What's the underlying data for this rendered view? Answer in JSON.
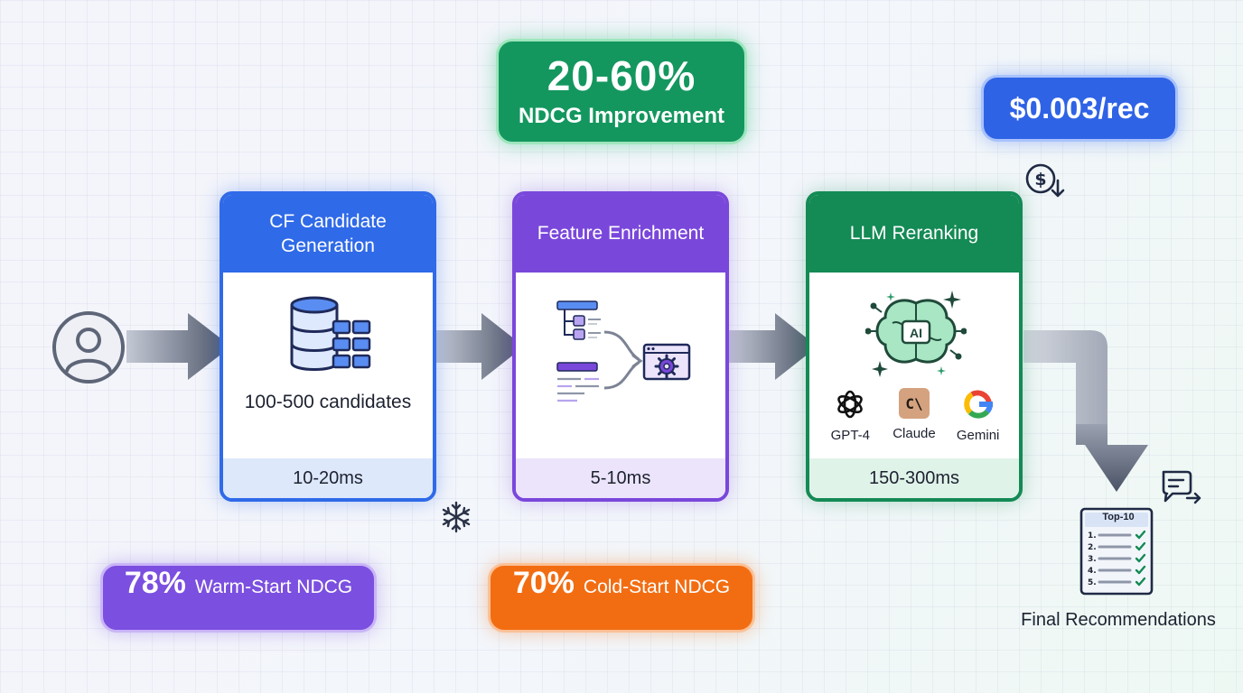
{
  "badges": {
    "improvement": {
      "value": "20-60%",
      "label": "NDCG Improvement"
    },
    "cost": {
      "value": "$0.003/rec"
    },
    "warm_start": {
      "value": "78%",
      "label": "Warm-Start NDCG"
    },
    "cold_start": {
      "value": "70%",
      "label": "Cold-Start NDCG"
    }
  },
  "stages": [
    {
      "title": "CF Candidate Generation",
      "body": "100-500 candidates",
      "latency": "10-20ms",
      "color": "#2f6ae8",
      "icon": "database-icon"
    },
    {
      "title": "Feature Enrichment",
      "latency": "5-10ms",
      "color": "#7a47db",
      "icon": "feature-merge-icon"
    },
    {
      "title": "LLM Reranking",
      "latency": "150-300ms",
      "color": "#148a55",
      "icon": "ai-brain-icon",
      "models": [
        {
          "name": "GPT-4",
          "icon": "openai-logo-icon"
        },
        {
          "name": "Claude",
          "icon": "claude-logo-icon",
          "mark": "C\\"
        },
        {
          "name": "Gemini",
          "icon": "google-logo-icon"
        }
      ]
    }
  ],
  "output": {
    "label": "Final Recommendations",
    "list_title": "Top-10",
    "list_numbers": [
      "1.",
      "2.",
      "3.",
      "4.",
      "5."
    ]
  },
  "decorations": [
    "user-avatar-icon",
    "snowflake-icon",
    "dollar-down-icon",
    "chat-forward-icon"
  ]
}
